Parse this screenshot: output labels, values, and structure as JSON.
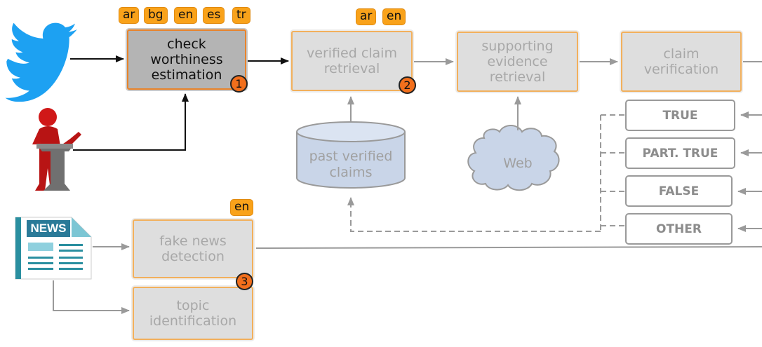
{
  "pipeline": {
    "check_worthiness": {
      "label": "check\nworthiness\nestimation",
      "langs": [
        "ar",
        "bg",
        "en",
        "es",
        "tr"
      ],
      "step": "1"
    },
    "claim_retrieval": {
      "label": "verified claim\nretrieval",
      "langs": [
        "ar",
        "en"
      ],
      "step": "2"
    },
    "evidence_retrieval": {
      "label": "supporting\nevidence\nretrieval"
    },
    "claim_verification": {
      "label": "claim\nverification"
    },
    "fake_news": {
      "label": "fake news\ndetection",
      "langs": [
        "en"
      ],
      "step": "3"
    },
    "topic": {
      "label": "topic\nidentification"
    }
  },
  "sources": {
    "database": "past verified\nclaims",
    "web": "Web",
    "news_icon_text": "NEWS"
  },
  "verdicts": [
    "TRUE",
    "PART. TRUE",
    "FALSE",
    "OTHER"
  ],
  "colors": {
    "active_fill": "#b4b4b4",
    "inactive_fill": "#dedede",
    "box_border": "#f2b05c",
    "tag": "#f9a21a",
    "step_circle": "#f26f1c",
    "twitter_blue": "#1da1f2",
    "speaker_red": "#d01818",
    "cylinder_fill": "#c9d5e8"
  }
}
